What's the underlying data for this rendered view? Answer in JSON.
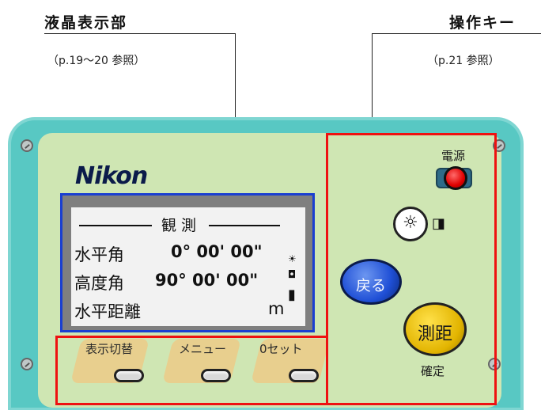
{
  "callouts": {
    "display": {
      "title": "液晶表示部",
      "ref": "（p.19〜20 参照）"
    },
    "keys": {
      "title": "操作キー",
      "ref": "（p.21 参照）"
    }
  },
  "device": {
    "brand": "Nikon",
    "lcd": {
      "header": "観 測",
      "rows": [
        {
          "label": "水平角",
          "value": "0° 00' 00\""
        },
        {
          "label": "高度角",
          "value": "90° 00' 00\""
        },
        {
          "label": "水平距離",
          "value": "m"
        }
      ],
      "status_glyphs": [
        "☀",
        "◘",
        "▮"
      ]
    },
    "soft_keys": [
      {
        "label": "表示切替"
      },
      {
        "label": "メニュー"
      },
      {
        "label": "0セット"
      }
    ],
    "power": {
      "label": "電源"
    },
    "light": {
      "glyph": "☼",
      "indicator": "◨"
    },
    "back": {
      "label": "戻る"
    },
    "measure": {
      "label": "測距",
      "sub_label": "確定"
    }
  },
  "colors": {
    "device_body": "#58c8c3",
    "device_face": "#cfe6b3",
    "lcd_frame": "#1a3fd1",
    "highlight": "#ee1111",
    "power_button": "#e00000",
    "back_button": "#1f4fd6",
    "measure_button": "#e2b400"
  }
}
